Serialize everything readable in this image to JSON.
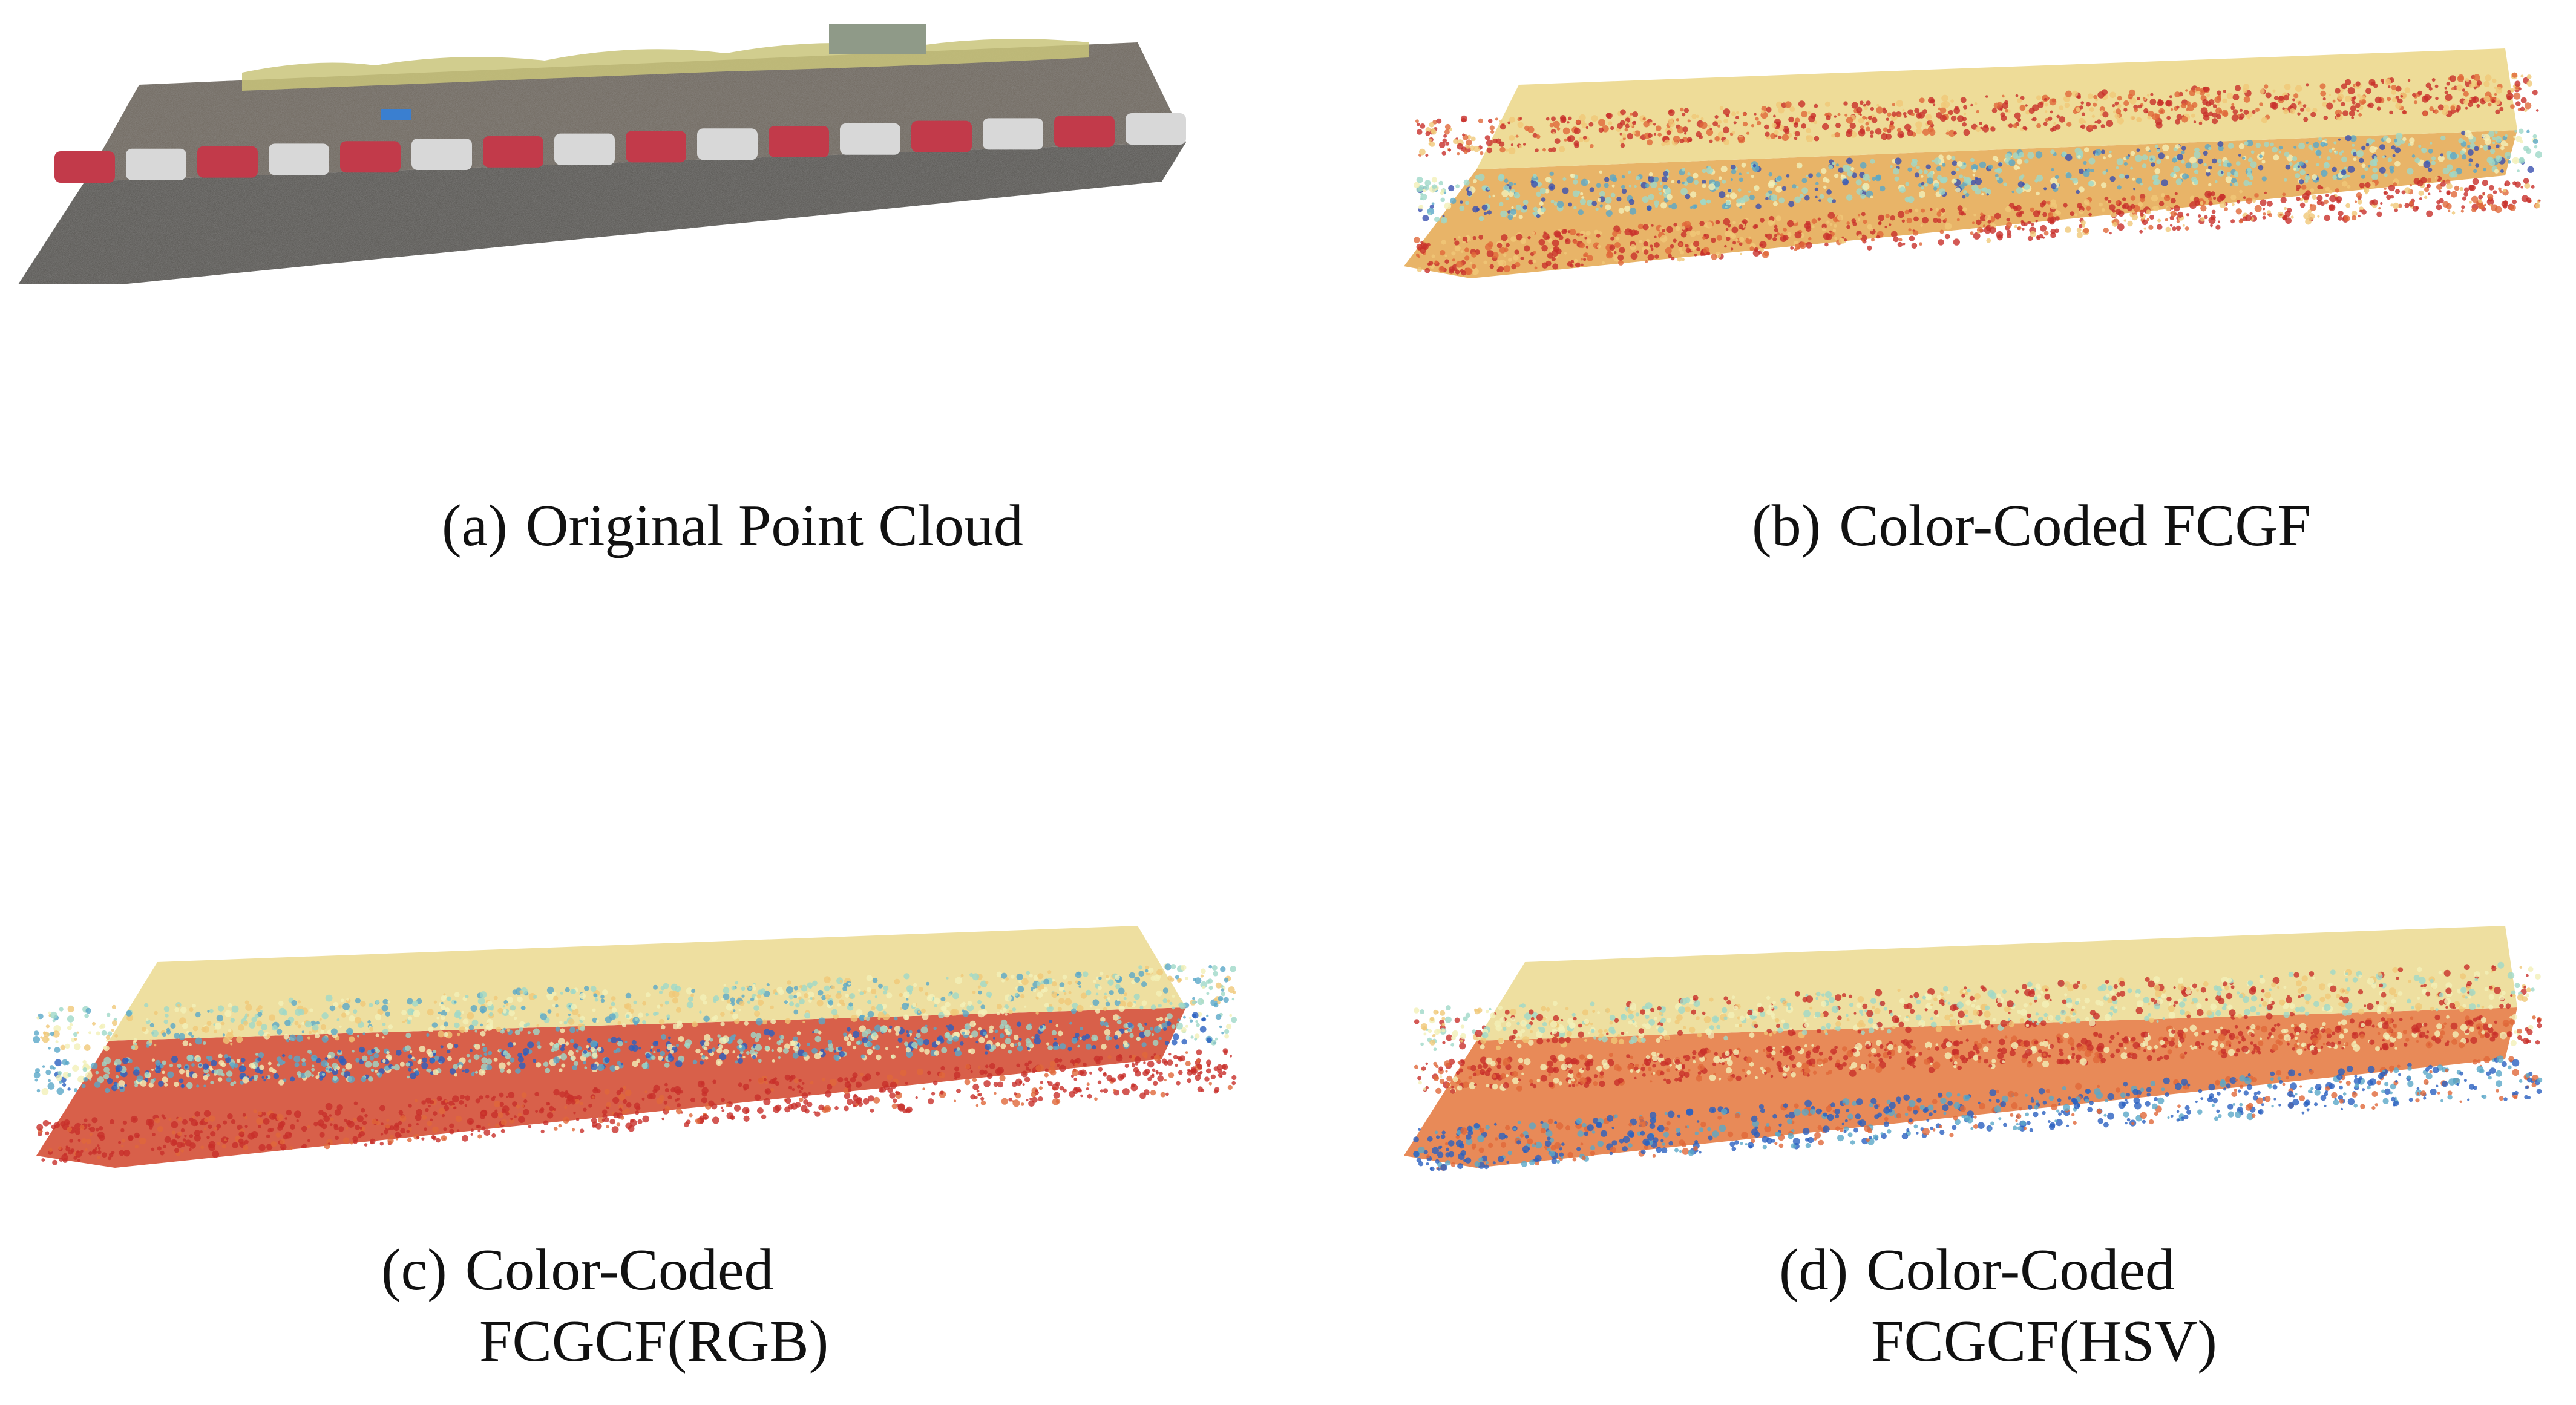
{
  "figure": {
    "panels": [
      {
        "id": "a",
        "tag": "(a)",
        "caption_line1": "Original Point Cloud",
        "caption_line2": "",
        "palette": [
          "#4a4a4a",
          "#6e6a63",
          "#8a7a66",
          "#c23a4a",
          "#d8d8d8",
          "#d9d48a",
          "#3a7fd0"
        ]
      },
      {
        "id": "b",
        "tag": "(b)",
        "caption_line1": "Color-Coded FCGF",
        "caption_line2": "",
        "palette": [
          "#c8302a",
          "#e0683a",
          "#f0c878",
          "#f3f0b8",
          "#9fd8c8",
          "#5aa8c8",
          "#3a50b0"
        ]
      },
      {
        "id": "c",
        "tag": "(c)",
        "caption_line1": "Color-Coded",
        "caption_line2": "FCGCF(RGB)",
        "palette": [
          "#c8302a",
          "#e0683a",
          "#f0c878",
          "#f3f0b8",
          "#9fd8c8",
          "#5aa8c8",
          "#2a60c0"
        ]
      },
      {
        "id": "d",
        "tag": "(d)",
        "caption_line1": "Color-Coded",
        "caption_line2": "FCGCF(HSV)",
        "palette": [
          "#c8302a",
          "#e0683a",
          "#f0c878",
          "#f3f0b8",
          "#9fd8c8",
          "#5aa8c8",
          "#2a60c0"
        ]
      }
    ]
  }
}
